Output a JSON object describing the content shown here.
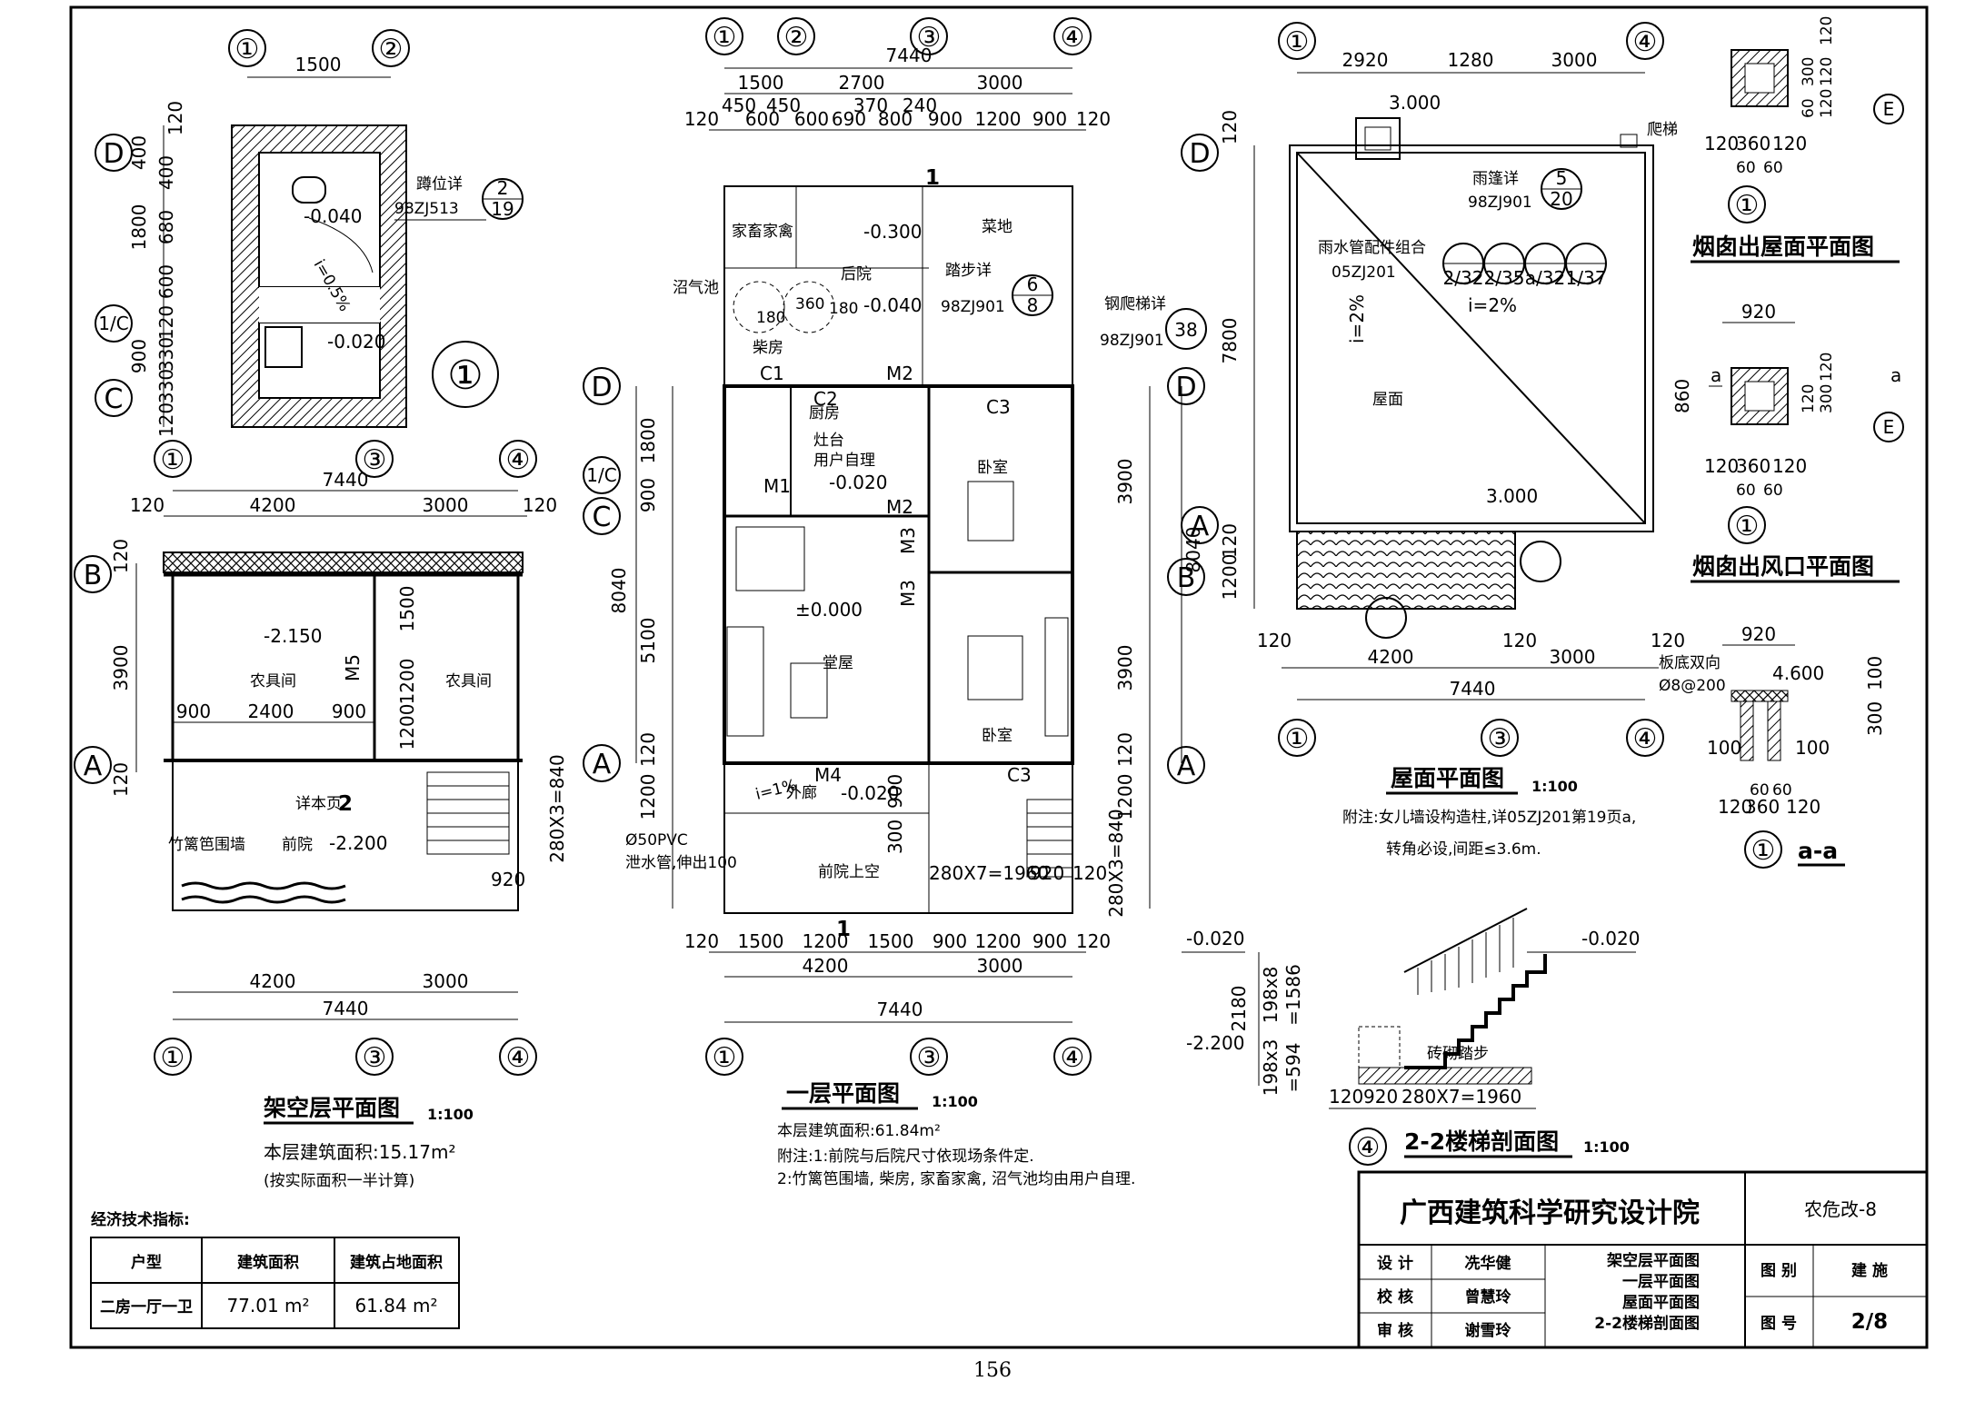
{
  "page_number": "156",
  "title_block": {
    "institute": "广西建筑科学研究设计院",
    "project": "农危改-8",
    "roles": [
      {
        "role": "设 计",
        "name": "冼华健"
      },
      {
        "role": "校 核",
        "name": "曾慧玲"
      },
      {
        "role": "审 核",
        "name": "谢雪玲"
      }
    ],
    "sheet_titles": [
      "架空层平面图",
      "一层平面图",
      "屋面平面图",
      "2-2楼梯剖面图"
    ],
    "category_label": "图 别",
    "category_value": "建 施",
    "number_label": "图 号",
    "number_value": "2/8"
  },
  "indicators": {
    "caption": "经济技术指标:",
    "headers": [
      "户型",
      "建筑面积",
      "建筑占地面积"
    ],
    "row": [
      "二房一厅一卫",
      "77.01 m²",
      "61.84 m²"
    ]
  },
  "toilet_detail": {
    "axes": [
      "①",
      "②",
      "D",
      "1/C",
      "C"
    ],
    "dims_h": [
      "1500"
    ],
    "dims_v": [
      "120",
      "400",
      "680",
      "600",
      "120",
      "330",
      "330",
      "120",
      "1800",
      "900"
    ],
    "levels": [
      "-0.040",
      "-0.020"
    ],
    "slope": "i=0.5%",
    "callout": {
      "label": "蹲位详",
      "ref": "98ZJ513",
      "num": "2",
      "sheet": "19"
    },
    "index": "①"
  },
  "stilt_floor": {
    "axes_top": [
      "①",
      "③",
      "④"
    ],
    "axes_side": [
      "B",
      "A"
    ],
    "dims_top": [
      "7440",
      "120",
      "4200",
      "3000",
      "120"
    ],
    "dims_left": [
      "120",
      "3900",
      "120"
    ],
    "dims_inner_v": [
      "1500",
      "1200",
      "1200"
    ],
    "dims_inner_h": [
      "900",
      "2400",
      "900"
    ],
    "dims_bottom": [
      "4200",
      "3000",
      "7440"
    ],
    "rooms": [
      "农具间",
      "农具间",
      "前院",
      "竹篱笆围墙"
    ],
    "levels": [
      "-2.150",
      "-2.200"
    ],
    "door": "M5",
    "note_detail": "详本页",
    "section_mark": "2",
    "dim_920": "920",
    "title": "架空层平面图",
    "scale": "1:100",
    "area": "本层建筑面积:15.17m²",
    "area_note": "(按实际面积一半计算)"
  },
  "ground_floor": {
    "axes_top": [
      "①",
      "②",
      "③",
      "④"
    ],
    "axes_side": [
      "D",
      "1/C",
      "C",
      "A"
    ],
    "dims_top_total": "7440",
    "dims_top_row1": [
      "1500",
      "2700",
      "3000"
    ],
    "dims_top_row2": [
      "450",
      "450",
      "370",
      "240"
    ],
    "dims_top_row3": [
      "120",
      "600",
      "600",
      "690",
      "800",
      "900",
      "1200",
      "900",
      "120"
    ],
    "dims_left": [
      "1800",
      "900",
      "5100",
      "120",
      "1200",
      "8040"
    ],
    "dims_right": [
      "3900",
      "3900",
      "120",
      "1200",
      "8040"
    ],
    "stair_dims": [
      "280X3=840",
      "280X3=840",
      "900",
      "300",
      "280X7=1960",
      "920",
      "120"
    ],
    "rooms": [
      "家畜家禽",
      "后院",
      "菜地",
      "沼气池",
      "柴房",
      "厨房",
      "灶台",
      "用户自理",
      "卧室",
      "堂屋",
      "卧室",
      "外廊",
      "前院上空"
    ],
    "levels": [
      "-0.300",
      "-0.040",
      "-0.020",
      "±0.000",
      "-0.020"
    ],
    "doors": [
      "M1",
      "M2",
      "M2",
      "M3",
      "M3",
      "M4"
    ],
    "windows": [
      "C1",
      "C2",
      "C3",
      "C3"
    ],
    "callouts": [
      {
        "label": "踏步详",
        "ref": "98ZJ901",
        "num": "6",
        "sheet": "8"
      },
      {
        "label": "钢爬梯详",
        "ref": "98ZJ901",
        "num": "",
        "sheet": "38"
      }
    ],
    "misc": [
      "180",
      "360",
      "180",
      "300",
      "180",
      "300",
      "800",
      "300",
      "i=1%",
      "Ø50PVC",
      "泄水管,伸出100",
      "1",
      "1"
    ],
    "dims_bottom_row1": [
      "120",
      "1500",
      "1200",
      "1500",
      "900",
      "1200",
      "900",
      "120"
    ],
    "dims_bottom_row2": [
      "4200",
      "3000"
    ],
    "dims_bottom_total": "7440",
    "axes_bottom": [
      "①",
      "③",
      "④"
    ],
    "title": "一层平面图",
    "scale": "1:100",
    "area": "本层建筑面积:61.84m²",
    "notes": [
      "附注:1:前院与后院尺寸依现场条件定.",
      "2:竹篱笆围墙, 柴房, 家畜家禽, 沼气池均由用户自理."
    ]
  },
  "roof": {
    "axes_top": [
      "①",
      "④"
    ],
    "axes_side": [
      "D",
      "A",
      "B"
    ],
    "dims_top": [
      "2920",
      "1280",
      "3000"
    ],
    "dims_left": [
      "120",
      "7800",
      "120",
      "1200"
    ],
    "levels": [
      "3.000",
      "3.000"
    ],
    "slopes": [
      "i=2%",
      "i=2%"
    ],
    "label_roof": "屋面",
    "ladder": "爬梯",
    "callouts": [
      {
        "label": "雨篷详",
        "ref": "98ZJ901",
        "num": "5",
        "sheet": "20"
      },
      {
        "label": "雨水管配件组合",
        "ref": "05ZJ201",
        "items": [
          "2/32",
          "2/35",
          "a/32",
          "1/37"
        ]
      }
    ],
    "dims_bottom": [
      "120",
      "120",
      "120",
      "4200",
      "3000",
      "7440"
    ],
    "axes_bottom": [
      "①",
      "③",
      "④"
    ],
    "title": "屋面平面图",
    "scale": "1:100",
    "notes": [
      "附注:女儿墙设构造柱,详05ZJ201第19页a,",
      "转角必设,间距≤3.6m."
    ]
  },
  "chimney": {
    "plan1_title": "烟囱出屋面平面图",
    "plan2_title": "烟囱出风口平面图",
    "section_title": "a-a",
    "dims_plan1": [
      "120",
      "300",
      "120",
      "60",
      "120",
      "360",
      "120",
      "60",
      "60"
    ],
    "dims_plan2": [
      "920",
      "860",
      "120",
      "300",
      "120",
      "60",
      "120",
      "360",
      "120",
      "60",
      "60"
    ],
    "dims_sec": [
      "920",
      "4.600",
      "板底双向",
      "Ø8@200",
      "100",
      "300",
      "100",
      "100",
      "120",
      "360",
      "120",
      "60",
      "60"
    ],
    "labels": [
      "E",
      "①",
      "a",
      "a"
    ]
  },
  "stair_section": {
    "levels": [
      "-0.020",
      "-0.020",
      "-2.200"
    ],
    "dims_v": [
      "2180",
      "198x8",
      "=1586",
      "198x3",
      "=594"
    ],
    "dims_h": [
      "120",
      "920",
      "280X7=1960"
    ],
    "label": "砖砌踏步",
    "title": "2-2楼梯剖面图",
    "scale": "1:100",
    "axis": "④"
  }
}
